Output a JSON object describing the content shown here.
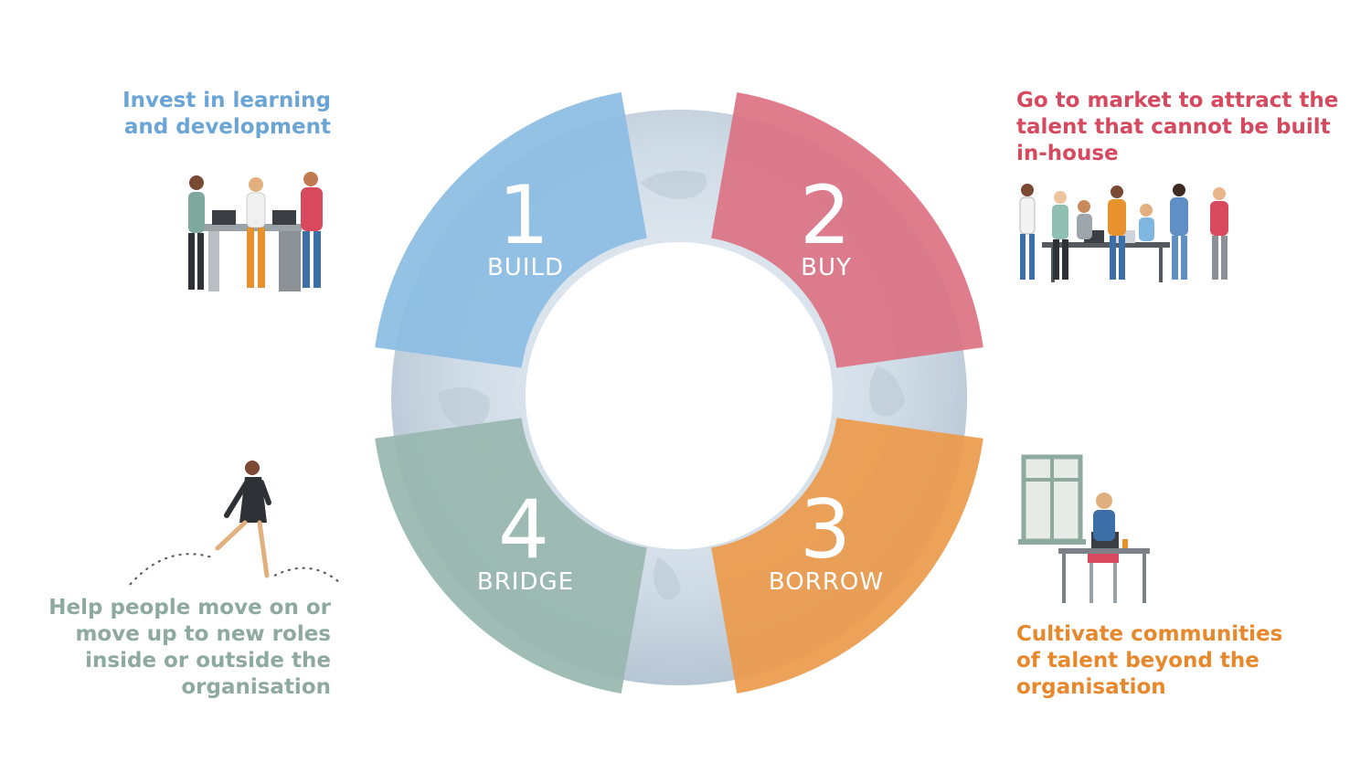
{
  "colors": {
    "build": "#8bbde3",
    "buy": "#dc7283",
    "borrow": "#eb9a4b",
    "bridge": "#98b7af",
    "globe": "#c9d6e2"
  },
  "segments": [
    {
      "number": "1",
      "label": "BUILD",
      "caption_lines": [
        "Invest in learning",
        "and development"
      ]
    },
    {
      "number": "2",
      "label": "BUY",
      "caption_lines": [
        "Go to market to attract the",
        "talent that cannot be built",
        "in-house"
      ]
    },
    {
      "number": "3",
      "label": "BORROW",
      "caption_lines": [
        "Cultivate communities",
        "of talent beyond the",
        "organisation"
      ]
    },
    {
      "number": "4",
      "label": "BRIDGE",
      "caption_lines": [
        "Help people move on or",
        "move up to new roles",
        "inside or outside the",
        "organisation"
      ]
    }
  ]
}
